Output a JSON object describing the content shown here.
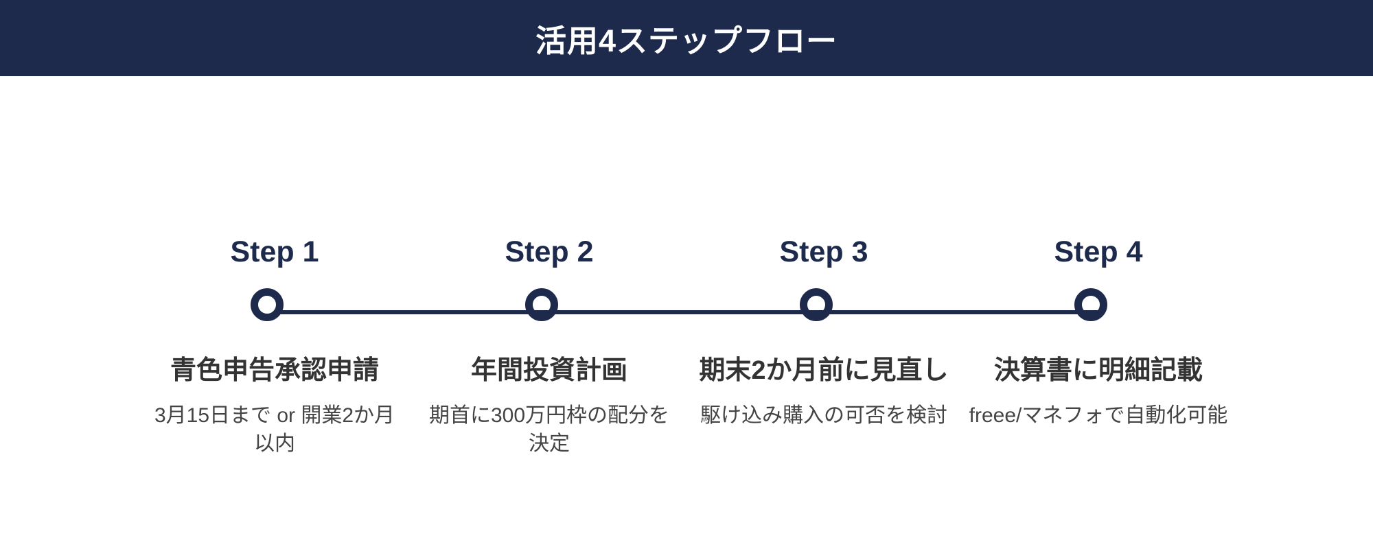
{
  "header": {
    "title": "活用4ステップフロー",
    "bg_color": "#1d2a4c",
    "text_color": "#ffffff"
  },
  "timeline": {
    "accent_color": "#1d2a4c",
    "title_color": "#333333",
    "subtitle_color": "#444444",
    "node_shape": "ring-circle",
    "steps": [
      {
        "label": "Step 1",
        "title": "青色申告承認申請",
        "subtitle": "3月15日まで or 開業2か月以内"
      },
      {
        "label": "Step 2",
        "title": "年間投資計画",
        "subtitle": "期首に300万円枠の配分を決定"
      },
      {
        "label": "Step 3",
        "title": "期末2か月前に見直し",
        "subtitle": "駆け込み購入の可否を検討"
      },
      {
        "label": "Step 4",
        "title": "決算書に明細記載",
        "subtitle": "freee/マネフォで自動化可能"
      }
    ]
  }
}
